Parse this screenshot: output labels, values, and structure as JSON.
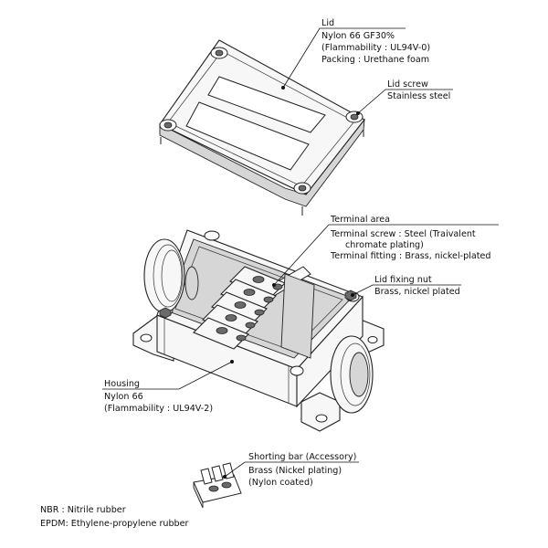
{
  "labels": {
    "lid": {
      "title": "Lid",
      "line1": "Nylon 66 GF30%",
      "line2": "(Flammability : UL94V-0)",
      "line3": "Packing : Urethane foam"
    },
    "lid_screw": {
      "title": "Lid screw",
      "line1": "Stainless steel"
    },
    "terminal": {
      "title": "Terminal area",
      "line1": "Terminal screw : Steel (Traivalent",
      "line2": "chromate plating)",
      "line3": "Terminal fitting : Brass, nickel-plated"
    },
    "lid_nut": {
      "title": "Lid fixing nut",
      "line1": "Brass, nickel plated"
    },
    "housing": {
      "title": "Housing",
      "line1": "Nylon 66",
      "line2": "(Flammability : UL94V-2)"
    },
    "shorting_bar": {
      "title": "Shorting bar (Accessory)",
      "line1": "Brass (Nickel plating)",
      "line2": "(Nylon coated)"
    }
  },
  "legend": {
    "nbr": "NBR : Nitrile rubber",
    "epdm": "EPDM: Ethylene-propylene rubber"
  }
}
